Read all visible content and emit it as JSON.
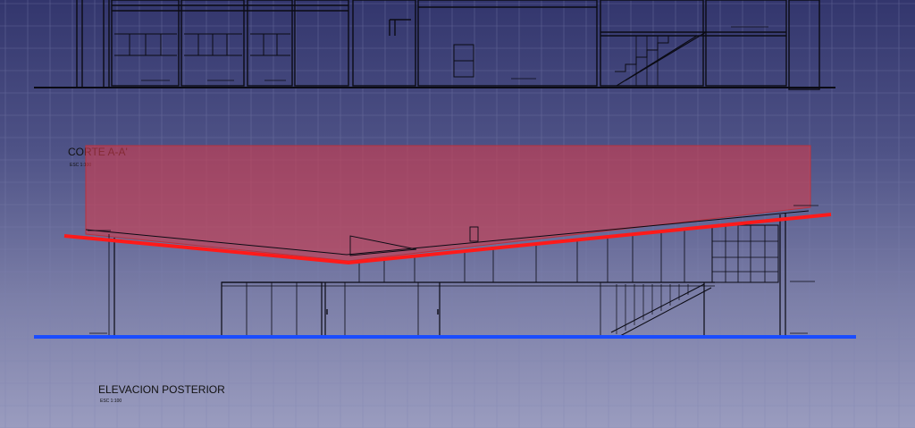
{
  "titles": {
    "section": "CORTE A-A'",
    "section_scale": "ESC 1:100",
    "elevation": "ELEVACION POSTERIOR",
    "elevation_scale": "ESC 1:100"
  },
  "room_labels": [
    "",
    "",
    "",
    "",
    "",
    ""
  ],
  "colors": {
    "background_top": "#33366d",
    "background_bottom": "#9a9cbf",
    "grid": "#7e82b0",
    "line": "#0b0b14",
    "roof_highlight": "#ff1a1a",
    "roof_fill": "#d23c4c",
    "ground_highlight": "#1a4cff"
  }
}
